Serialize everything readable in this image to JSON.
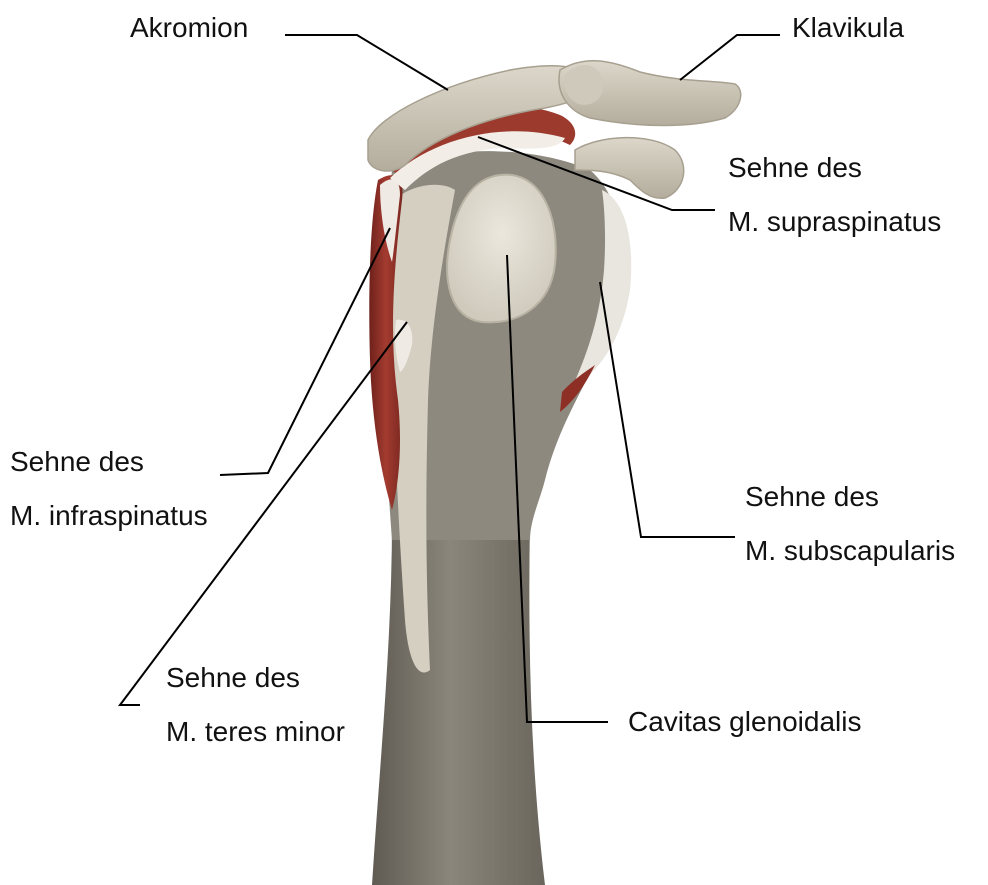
{
  "labels": {
    "akromion": "Akromion",
    "klavikula": "Klavikula",
    "supraspinatus_line1": "Sehne des",
    "supraspinatus_line2": "M. supraspinatus",
    "infraspinatus_line1": "Sehne des",
    "infraspinatus_line2": "M. infraspinatus",
    "subscapularis_line1": "Sehne des",
    "subscapularis_line2": "M. subscapularis",
    "teres_minor_line1": "Sehne des",
    "teres_minor_line2": "M. teres minor",
    "cavitas": "Cavitas glenoidalis"
  },
  "colors": {
    "bone_light": "#d9d4c6",
    "bone_mid": "#bdb6a6",
    "bone_shadow": "#8a8578",
    "humerus_shaft": "#7a766c",
    "muscle": "#8e2f26",
    "tendon": "#f1ede6",
    "leader_line": "#000000"
  }
}
